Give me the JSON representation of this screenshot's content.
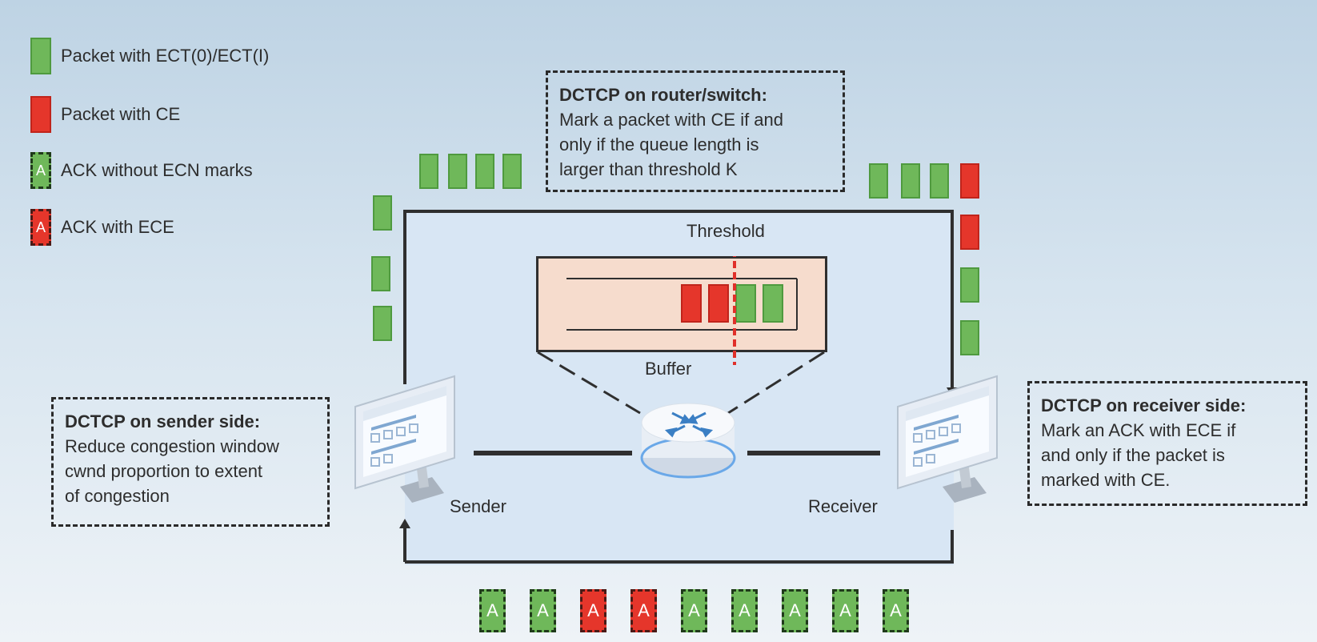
{
  "legend": [
    {
      "swatch": "packet-green",
      "label": "Packet with ECT(0)/ECT(I)"
    },
    {
      "swatch": "packet-red",
      "label": "Packet with CE"
    },
    {
      "swatch": "ack-green",
      "glyph": "A",
      "label": "ACK without ECN marks"
    },
    {
      "swatch": "ack-red",
      "glyph": "A",
      "label": "ACK with ECE"
    }
  ],
  "router_box": {
    "title": "DCTCP on router/switch:",
    "lines": [
      "Mark a packet with CE if and",
      "only if the queue length is",
      "larger than threshold K"
    ]
  },
  "sender_box": {
    "title": "DCTCP on sender side:",
    "lines": [
      "Reduce congestion window",
      "cwnd proportion to extent",
      "of congestion"
    ]
  },
  "receiver_box": {
    "title": "DCTCP on receiver side:",
    "lines": [
      "Mark an ACK with ECE if",
      "and only if the packet is",
      "marked with CE."
    ]
  },
  "labels": {
    "threshold": "Threshold",
    "buffer": "Buffer",
    "sender": "Sender",
    "receiver": "Receiver"
  },
  "buffer_queue": [
    "red",
    "red",
    "green",
    "green"
  ],
  "ack_sequence": {
    "glyph": "A",
    "colors": [
      "green",
      "green",
      "red",
      "red",
      "green",
      "green",
      "green",
      "green",
      "green"
    ]
  },
  "colors": {
    "packet_green": "#6fb85a",
    "packet_red": "#e5362b",
    "buffer_fill": "#f6dccd",
    "network_fill": "#d8e6f4",
    "threshold_line": "#e0302a",
    "router_arrow": "#3b7fc4"
  }
}
